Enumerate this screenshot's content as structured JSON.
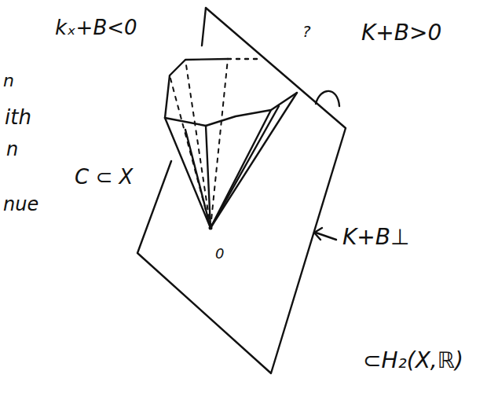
{
  "diagram": {
    "labels": [
      "kₓ+B<0",
      "?",
      "K+B>0",
      "n",
      "ith",
      "n",
      "C ⊂ X",
      "nue",
      "0",
      "K+B⊥",
      "⊂H₂(X,ℝ)"
    ]
  }
}
